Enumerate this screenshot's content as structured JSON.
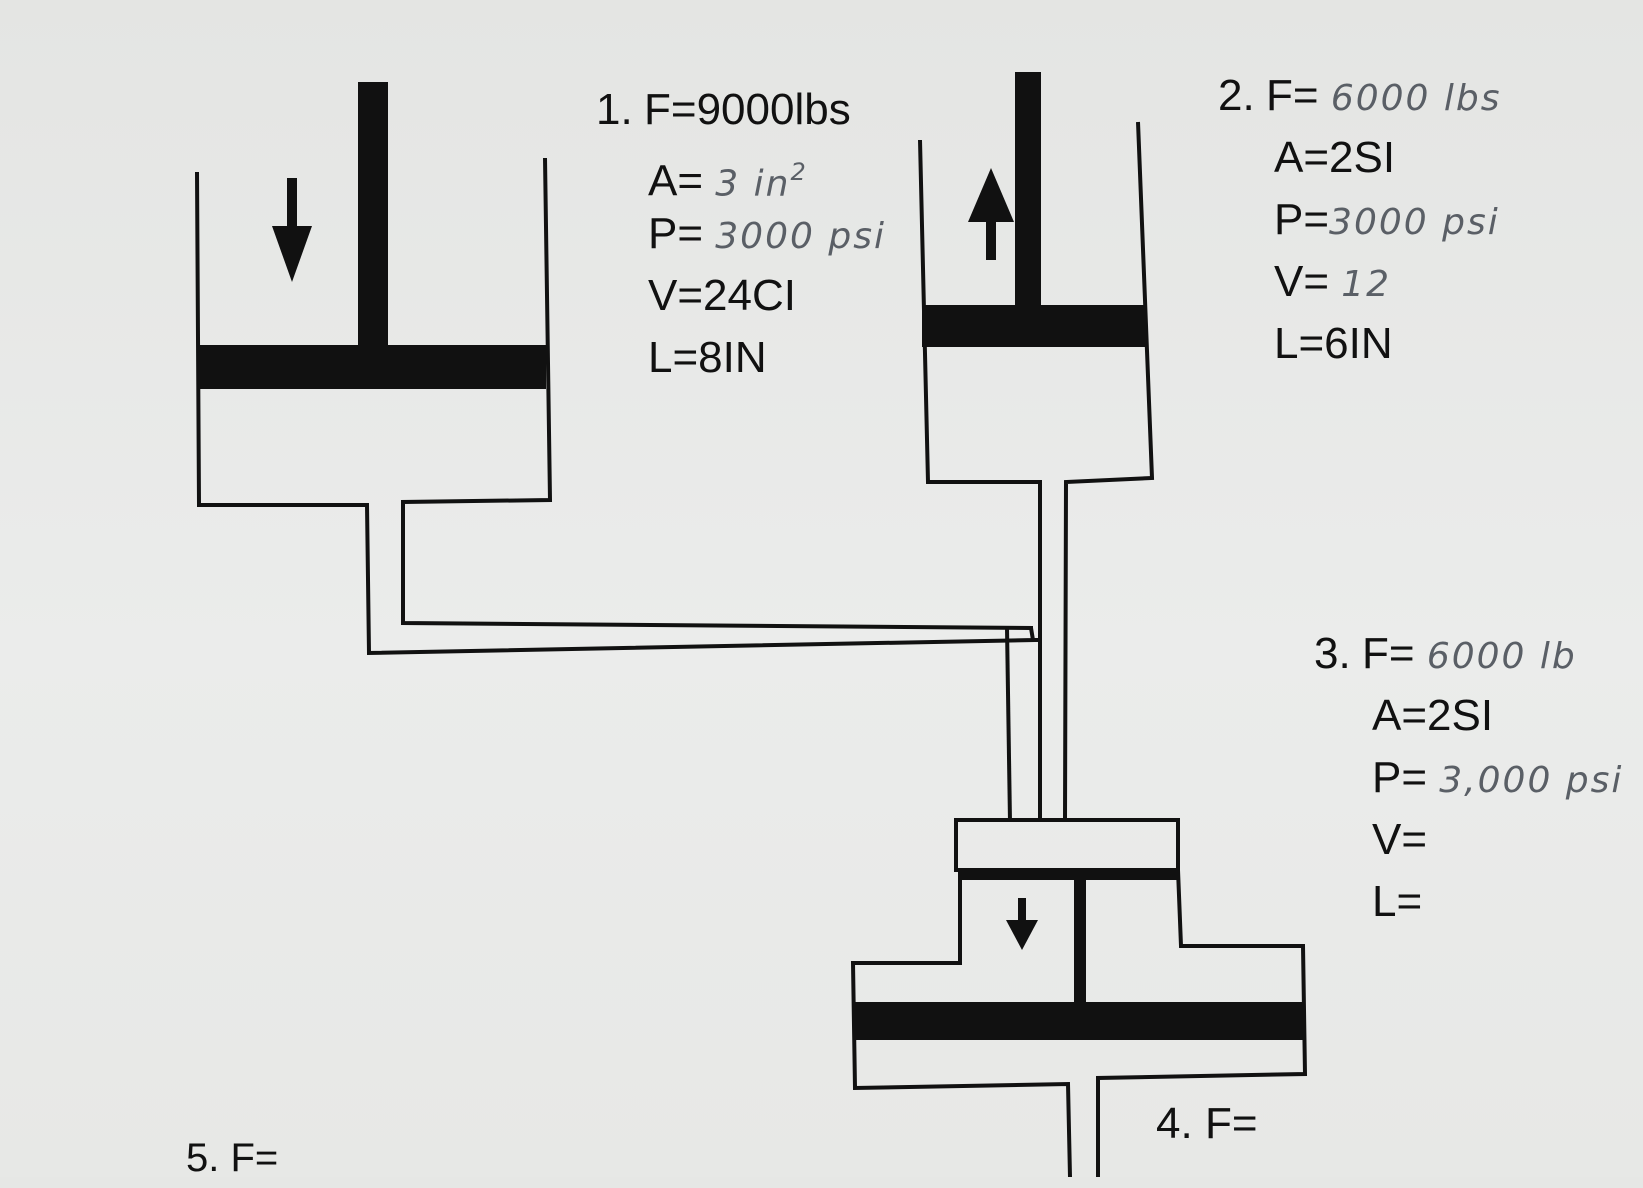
{
  "colors": {
    "ink": "#111111",
    "handwriting": "#5a5f66",
    "paper": "#e6e7e5"
  },
  "problem_1": {
    "number": "1.",
    "force": "F=9000lbs",
    "area_label": "A=",
    "area_value": "3 in",
    "area_sup": "2",
    "pressure_label": "P=",
    "pressure_value": "3000 psi",
    "volume": "V=24CI",
    "length": "L=8IN"
  },
  "problem_2": {
    "number": "2.",
    "force_label": "F=",
    "force_value": "6000 lbs",
    "area": "A=2SI",
    "pressure_label": "P=",
    "pressure_value": "3000 psi",
    "volume_label": "V=",
    "volume_value": "12",
    "length": "L=6IN"
  },
  "problem_3": {
    "number": "3.",
    "force_label": "F=",
    "force_value": "6000 lb",
    "area": "A=2SI",
    "pressure_label": "P=",
    "pressure_value": "3,000 psi",
    "volume_label": "V=",
    "length_label": "L="
  },
  "problem_4": {
    "number": "4.",
    "force_label": "F="
  },
  "problem_5": {
    "number": "5.",
    "force_label": "F="
  },
  "icons": {
    "cylinder_1_arrow": "arrow-down-icon",
    "cylinder_2_arrow": "arrow-up-icon",
    "cylinder_3_arrow": "arrow-down-icon"
  }
}
